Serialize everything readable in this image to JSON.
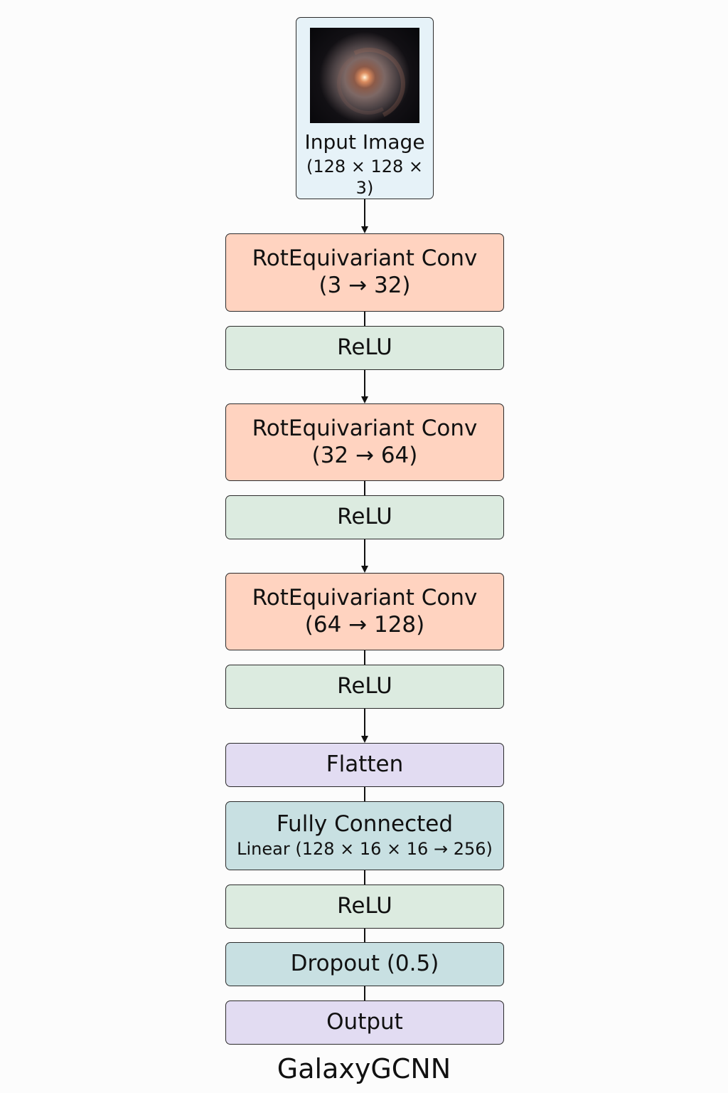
{
  "input": {
    "title": "Input Image",
    "shape": "(128 × 128 × 3)",
    "color": "#e6f2f8"
  },
  "layers": [
    {
      "title": "RotEquivariant Conv",
      "sub": "(3 → 32)"
    },
    {
      "title": "ReLU"
    },
    {
      "title": "RotEquivariant Conv",
      "sub": "(32 → 64)"
    },
    {
      "title": "ReLU"
    },
    {
      "title": "RotEquivariant Conv",
      "sub": "(64 → 128)"
    },
    {
      "title": "ReLU"
    },
    {
      "title": "Flatten"
    },
    {
      "title": "Fully Connected",
      "sub": "Linear (128 × 16 × 16 → 256)"
    },
    {
      "title": "ReLU"
    },
    {
      "title": "Dropout (0.5)"
    },
    {
      "title": "Output"
    }
  ],
  "caption": "GalaxyGCNN",
  "colors": {
    "conv": "#ffd3c0",
    "relu": "#dcebe0",
    "flatten": "#e2dcf2",
    "fully_connected": "#c8e0e2",
    "dropout": "#c8e0e2",
    "output": "#e2dcf2",
    "border": "#2b2b2b"
  }
}
